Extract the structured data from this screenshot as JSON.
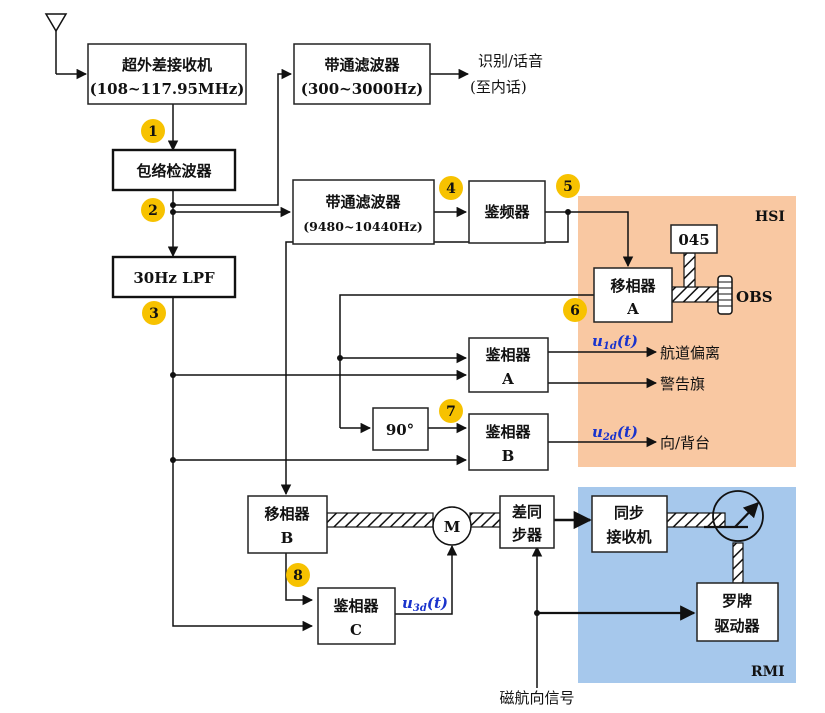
{
  "colors": {
    "hsi_region": "#f9c8a2",
    "rmi_region": "#a6c8ec",
    "badge": "#f7c200",
    "signal_label": "#1a33cc"
  },
  "regions": {
    "hsi": "HSI",
    "rmi": "RMI"
  },
  "blocks": {
    "receiver": {
      "line1": "超外差接收机",
      "line2": "(108~117.95MHz)"
    },
    "bpf_audio": {
      "line1": "带通滤波器",
      "line2": "(300~3000Hz)"
    },
    "envelope": {
      "line1": "包络检波器"
    },
    "bpf_sub": {
      "line1": "带通滤波器",
      "line2": "(9480~10440Hz)"
    },
    "discriminator": {
      "line1": "鉴频器"
    },
    "lpf": {
      "line1": "30Hz LPF"
    },
    "phase_shifter_a": {
      "line1": "移相器",
      "line2": "A"
    },
    "obs_box": {
      "line1": "045"
    },
    "phase_detector_a": {
      "line1": "鉴相器",
      "line2": "A"
    },
    "shift90": {
      "line1": "90°"
    },
    "phase_detector_b": {
      "line1": "鉴相器",
      "line2": "B"
    },
    "phase_shifter_b": {
      "line1": "移相器",
      "line2": "B"
    },
    "motor": {
      "line1": "M"
    },
    "differential": {
      "line1": "差同",
      "line2": "步器"
    },
    "synchro": {
      "line1": "同步",
      "line2": "接收机"
    },
    "phase_detector_c": {
      "line1": "鉴相器",
      "line2": "C"
    },
    "compass_driver": {
      "line1": "罗牌",
      "line2": "驱动器"
    }
  },
  "outputs": {
    "ident": {
      "line1": "识别/话音",
      "line2": "(至内话)"
    },
    "obs": "OBS",
    "course_dev": "航道偏离",
    "warning_flag": "警告旗",
    "to_from": "向/背台",
    "heading_signal": "磁航向信号"
  },
  "signals": {
    "u1": {
      "main": "u",
      "sub": "1d",
      "arg": "(t)"
    },
    "u2": {
      "main": "u",
      "sub": "2d",
      "arg": "(t)"
    },
    "u3": {
      "main": "u",
      "sub": "3d",
      "arg": "(t)"
    }
  },
  "badges": [
    "1",
    "2",
    "3",
    "4",
    "5",
    "6",
    "7",
    "8"
  ]
}
